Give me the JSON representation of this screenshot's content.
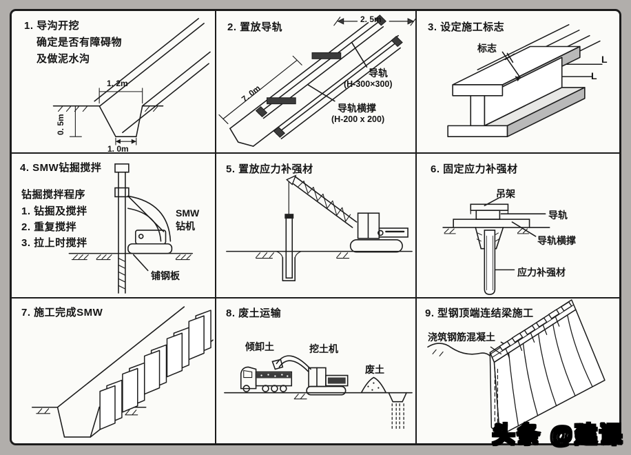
{
  "colors": {
    "background": "#b1aeab",
    "paper": "#fbfbf8",
    "ink": "#1c1c1c",
    "watermark_fill": "#ffffff",
    "watermark_outline": "#000000"
  },
  "watermark": "头条 @建课",
  "panels": [
    {
      "title": "1. 导沟开挖",
      "lines": [
        "确定是否有障碍物",
        "及做泥水沟"
      ],
      "labels": {
        "top_width": "1. 2m",
        "depth": "0. 5m",
        "bottom_width": "1. 0m"
      }
    },
    {
      "title": "2. 置放导轨",
      "labels": {
        "span": "2. 5m",
        "length": "7. 0m",
        "rail": "导轨",
        "rail_spec": "(H-300×300)",
        "brace": "导轨横撑",
        "brace_spec": "(H-200 x 200)"
      }
    },
    {
      "title": "3. 设定施工标志",
      "labels": {
        "mark": "标志",
        "l_top": "L",
        "l_bottom": "L"
      }
    },
    {
      "title": "4. SMW钻掘搅拌",
      "procedure_heading": "钻掘搅拌程序",
      "procedure": [
        "1. 钻掘及搅拌",
        "2. 重复搅拌",
        "3. 拉上时搅拌"
      ],
      "labels": {
        "machine_line1": "SMW",
        "machine_line2": "钻机",
        "plate": "铺钢板"
      }
    },
    {
      "title": "5. 置放应力补强材",
      "labels": {}
    },
    {
      "title": "6. 固定应力补强材",
      "labels": {
        "hanger": "吊架",
        "rail": "导轨",
        "brace": "导轨横撑",
        "member": "应力补强材"
      }
    },
    {
      "title": "7. 施工完成SMW",
      "labels": {}
    },
    {
      "title": "8. 废土运输",
      "labels": {
        "dump_truck": "倾卸土",
        "excavator": "挖土机",
        "waste": "废土"
      }
    },
    {
      "title": "9. 型钢顶端连结梁施工",
      "labels": {
        "concrete": "浇筑钢筋混凝土"
      }
    }
  ]
}
